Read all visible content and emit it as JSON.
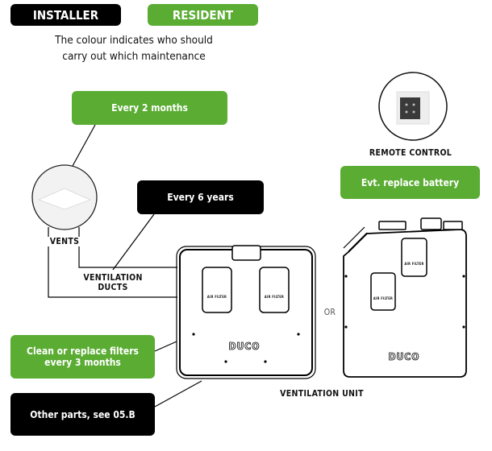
{
  "legend": {
    "installer": "INSTALLER",
    "resident": "RESIDENT",
    "caption_line1": "The colour indicates who should",
    "caption_line2": "carry out which maintenance"
  },
  "colors": {
    "installer": "#000000",
    "resident": "#5aac33"
  },
  "tasks": {
    "vents": "Every 2 months",
    "ducts": "Every 6 years",
    "remote": "Evt. replace battery",
    "filters": "Clean or replace filters every 3 months",
    "other": "Other parts, see 05.B"
  },
  "labels": {
    "vents": "VENTS",
    "ducts_line1": "VENTILATION",
    "ducts_line2": "DUCTS",
    "remote": "REMOTE CONTROL",
    "or": "OR",
    "unit": "VENTILATION UNIT",
    "air_filter": "AIR FILTER",
    "brand": "DUCO"
  }
}
